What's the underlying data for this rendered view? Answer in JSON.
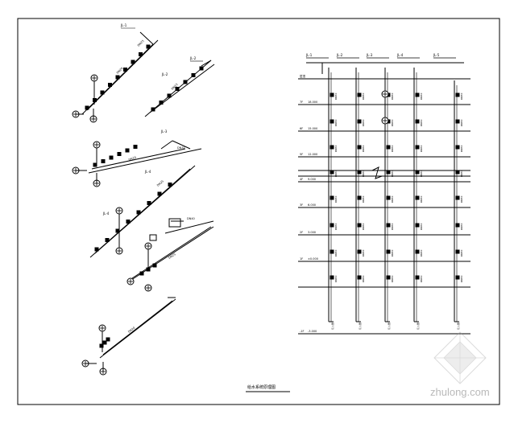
{
  "watermark": {
    "text": "zhulong.com"
  },
  "axo": {
    "systems": [
      {
        "id": "JL-1",
        "tag": "JL-1"
      },
      {
        "id": "JL-2",
        "tag": "JL-2"
      },
      {
        "id": "JL-3",
        "tag": "JL-3"
      },
      {
        "id": "JL-4",
        "tag": "JL-4"
      }
    ],
    "pipe_size_labels": [
      "DN15",
      "DN20",
      "DN25",
      "DN32",
      "DN40"
    ]
  },
  "riser": {
    "column_headers": [
      "JL-1",
      "JL-2",
      "JL-3",
      "JL-4",
      "JL-5"
    ],
    "floors": [
      {
        "label": "层顶",
        "elev": ""
      },
      {
        "label": "7F",
        "elev": "18.000"
      },
      {
        "label": "6F",
        "elev": "15.000"
      },
      {
        "label": "5F",
        "elev": "12.000"
      },
      {
        "label": "4F",
        "elev": "9.000"
      },
      {
        "label": "3F",
        "elev": "6.000"
      },
      {
        "label": "2F",
        "elev": "3.000"
      },
      {
        "label": "1F",
        "elev": "±0.000"
      },
      {
        "label": "",
        "elev": ""
      },
      {
        "label": "",
        "elev": ""
      },
      {
        "label": "",
        "elev": ""
      },
      {
        "label": "-1F",
        "elev": "-3.000"
      }
    ],
    "riser_pipe_label": "DN50",
    "bottom_tag": "引入管"
  },
  "caption": {
    "text": "给水系统原理图"
  }
}
